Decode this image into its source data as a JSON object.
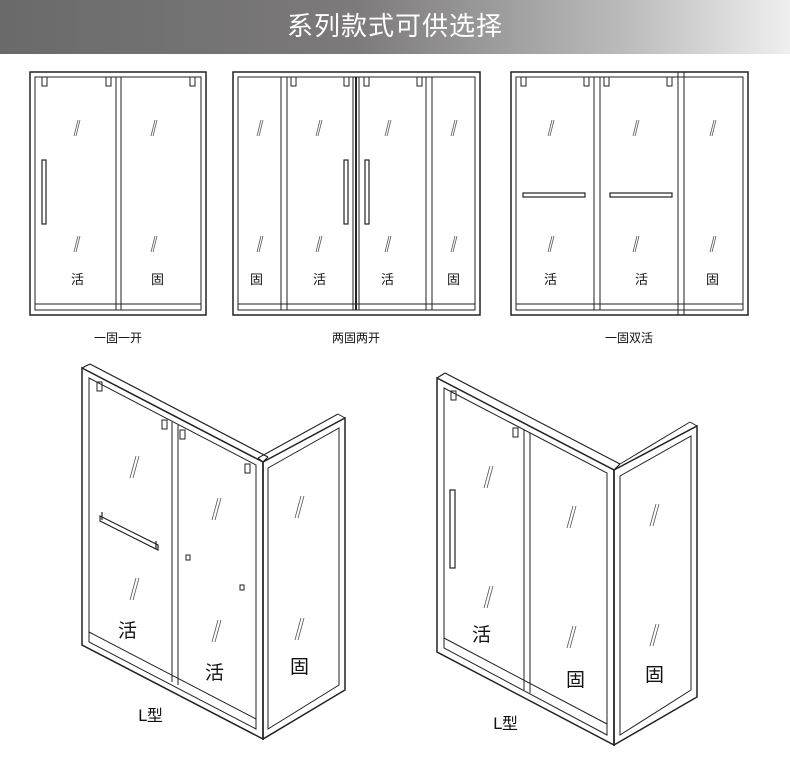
{
  "header": {
    "title": "系列款式可供选择"
  },
  "panel_labels": {
    "active": "活",
    "fixed": "固"
  },
  "styles": [
    {
      "caption": "一固一开",
      "panels": [
        "活",
        "固"
      ]
    },
    {
      "caption": "两固两开",
      "panels": [
        "固",
        "活",
        "活",
        "固"
      ]
    },
    {
      "caption": "一固双活",
      "panels": [
        "活",
        "活",
        "固"
      ]
    }
  ],
  "l_shapes": [
    {
      "caption": "L型",
      "panels": [
        "活",
        "活",
        "固"
      ]
    },
    {
      "caption": "L型",
      "panels": [
        "活",
        "固",
        "固"
      ]
    }
  ]
}
